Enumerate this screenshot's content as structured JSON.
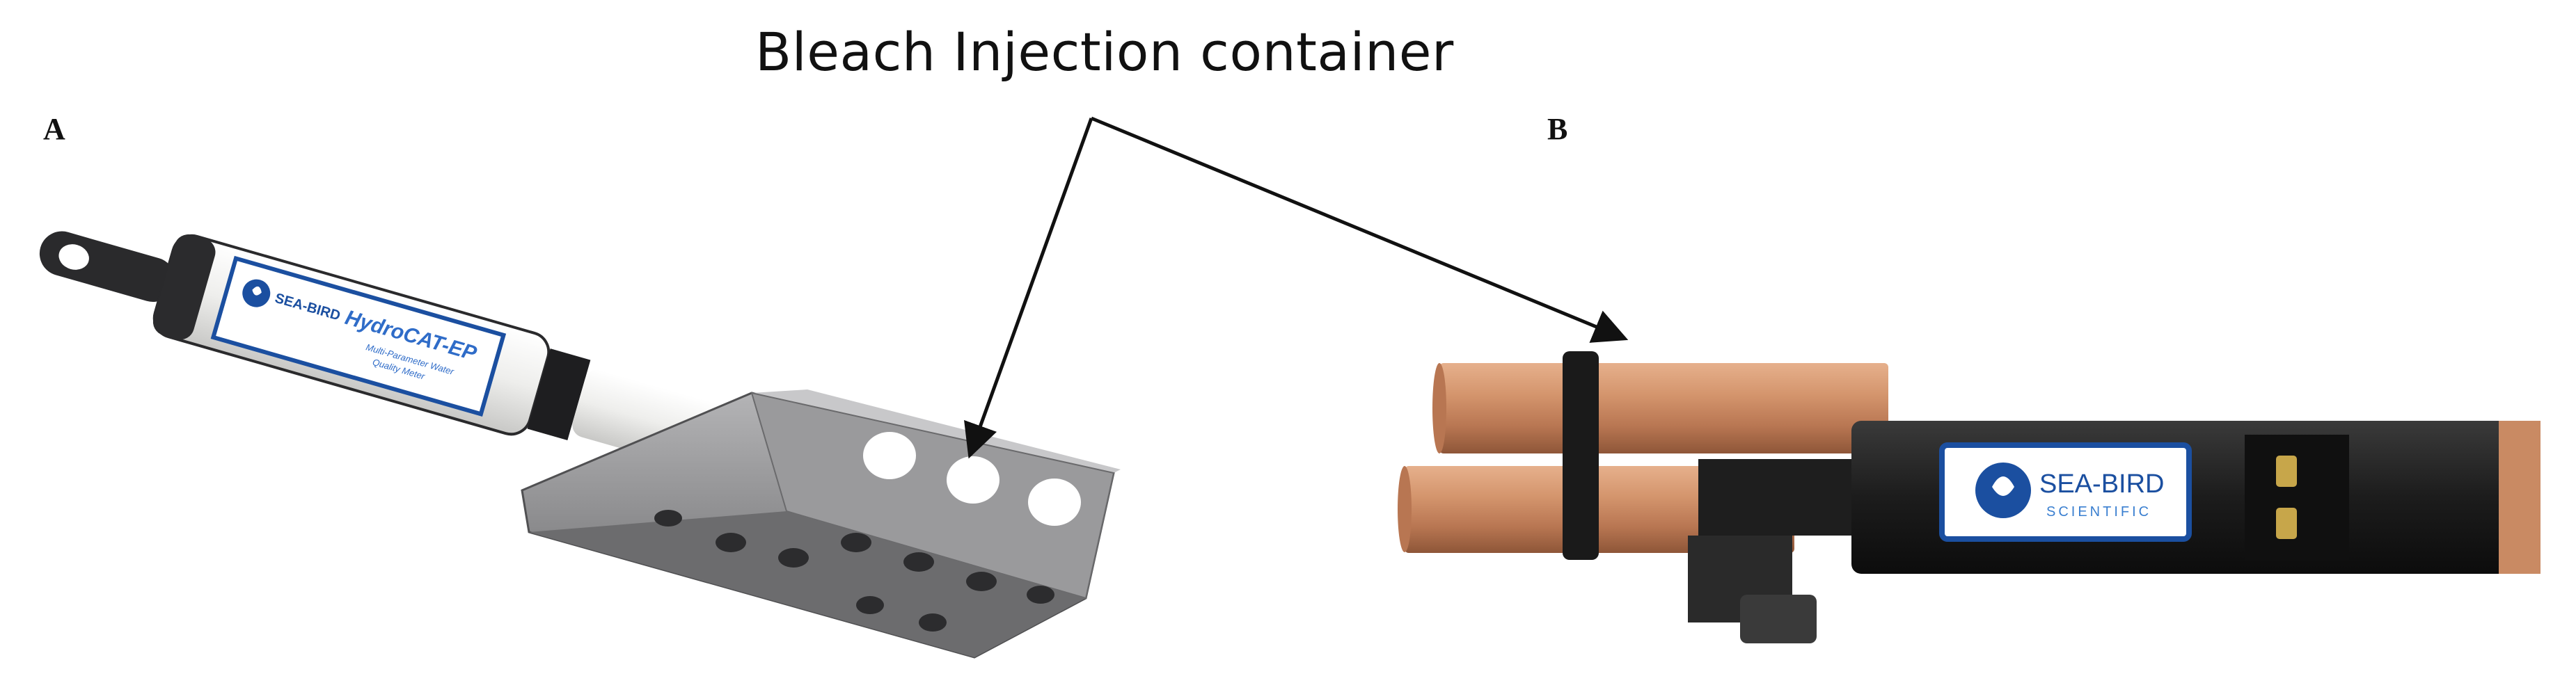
{
  "figure": {
    "callout_title": "Bleach Injection container",
    "panel_a_label": "A",
    "panel_b_label": "B",
    "panel_a": {
      "instrument": "HydroCAT-EP sensor with cage",
      "logo_text": "SEA-BIRD",
      "product_name": "HydroCAT-EP",
      "product_subtitle_lines": [
        "Multi-Parameter Water",
        "Quality Meter"
      ]
    },
    "panel_b": {
      "instrument": "Sea-Bird instrument with copper tubes",
      "logo_text_main": "SEA-BIRD",
      "logo_text_sub": "SCIENTIFIC"
    },
    "colors": {
      "copper": "#c98a63",
      "instrument_black": "#1c1c1c",
      "steel": "#8c8c8e",
      "white_body": "#f2f2f0",
      "logo_blue": "#1b4fa0",
      "arrow": "#111111"
    }
  }
}
